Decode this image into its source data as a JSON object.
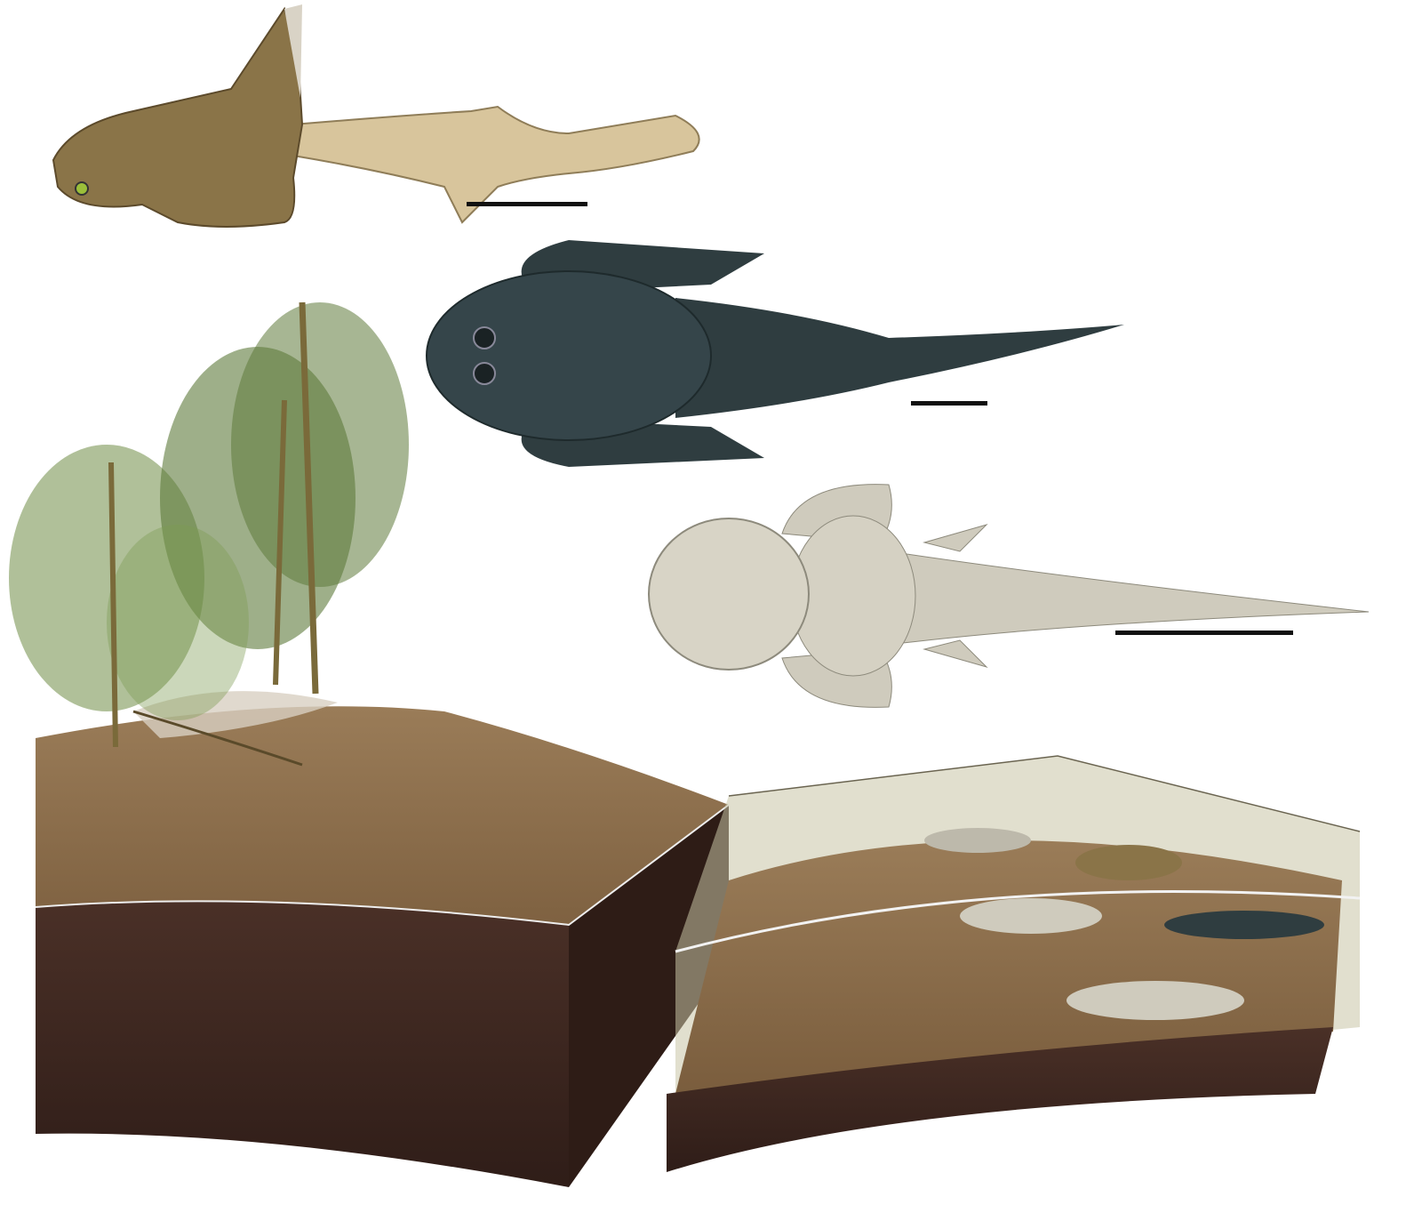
{
  "colors": {
    "background": "#ffffff",
    "armored_fish": "#8a7448",
    "armored_fish_tail": "#d8c59c",
    "dark_fish": "#2f3d40",
    "pale_fish": "#cfcbbd",
    "foliage": "#5e7a3a",
    "sediment_top": "#8b6d4b",
    "sediment_side": "#3b2620",
    "water": "#c9c4a5",
    "scale_bar": "#111111"
  },
  "figures": [
    "armored-fish-side-view",
    "dark-fish-dorsal-view",
    "pale-fish-dorsal-view",
    "tree-cluster",
    "left-sediment-block",
    "right-water-block"
  ]
}
